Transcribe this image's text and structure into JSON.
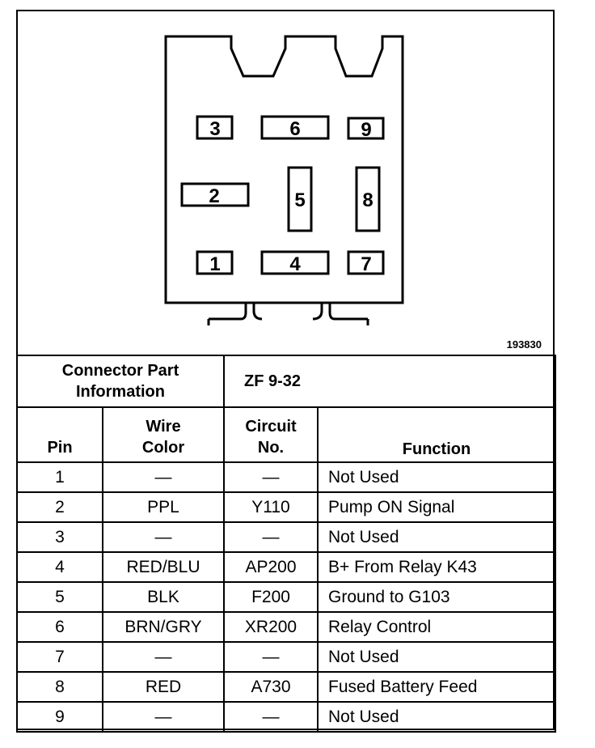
{
  "connector": {
    "figure_id": "193830",
    "pins": [
      "3",
      "6",
      "9",
      "2",
      "5",
      "8",
      "1",
      "4",
      "7"
    ]
  },
  "part_info": {
    "label_line1": "Connector Part",
    "label_line2": "Information",
    "value": "ZF 9-32"
  },
  "table": {
    "headers": {
      "pin": "Pin",
      "wire_line1": "Wire",
      "wire_line2": "Color",
      "circuit_line1": "Circuit",
      "circuit_line2": "No.",
      "function": "Function"
    },
    "rows": [
      {
        "pin": "1",
        "wire": "—",
        "circuit": "—",
        "function": "Not Used"
      },
      {
        "pin": "2",
        "wire": "PPL",
        "circuit": "Y110",
        "function": "Pump ON Signal"
      },
      {
        "pin": "3",
        "wire": "—",
        "circuit": "—",
        "function": "Not Used"
      },
      {
        "pin": "4",
        "wire": "RED/BLU",
        "circuit": "AP200",
        "function": "B+ From Relay K43"
      },
      {
        "pin": "5",
        "wire": "BLK",
        "circuit": "F200",
        "function": "Ground to G103"
      },
      {
        "pin": "6",
        "wire": "BRN/GRY",
        "circuit": "XR200",
        "function": "Relay Control"
      },
      {
        "pin": "7",
        "wire": "—",
        "circuit": "—",
        "function": "Not Used"
      },
      {
        "pin": "8",
        "wire": "RED",
        "circuit": "A730",
        "function": "Fused Battery Feed"
      },
      {
        "pin": "9",
        "wire": "—",
        "circuit": "—",
        "function": "Not Used"
      }
    ]
  }
}
